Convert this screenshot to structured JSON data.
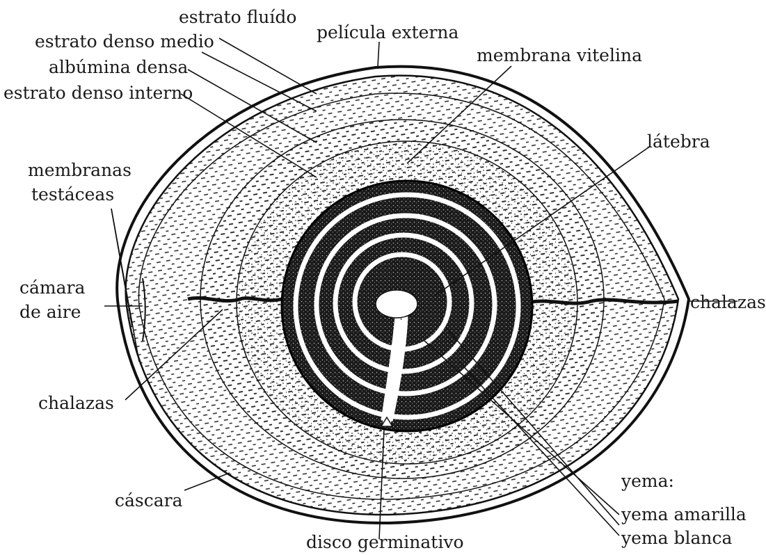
{
  "diagram": {
    "labels": {
      "estrato_fluido": "estrato fluído",
      "estrato_denso_medio": "estrato denso medio",
      "albumina_densa": "albúmina densa",
      "estrato_denso_interno": "estrato denso interno",
      "pelicula_externa": "película externa",
      "membrana_vitelina": "membrana vitelina",
      "latebra": "látebra",
      "membranas": "membranas",
      "testaceas": "testáceas",
      "camara": "cámara",
      "de_aire": "de aire",
      "chalazas_right": "chalazas",
      "chalazas_left": "chalazas",
      "cascara": "cáscara",
      "disco_germinativo": "disco germinativo",
      "yema": "yema:",
      "yema_amarilla": "yema amarilla",
      "yema_blanca": "yema blanca"
    }
  }
}
